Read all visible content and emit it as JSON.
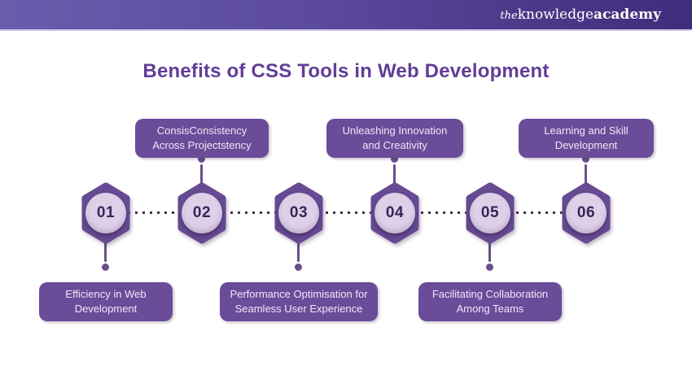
{
  "header": {
    "logo": {
      "the": "the",
      "knowledge": "knowledge",
      "academy": "academy"
    }
  },
  "title": "Benefits of CSS Tools in Web Development",
  "timeline": {
    "steps": [
      {
        "number": "01",
        "label": "Efficiency in Web Development",
        "label_position": "below"
      },
      {
        "number": "02",
        "label": "ConsisConsistency Across Projectstency",
        "label_position": "above"
      },
      {
        "number": "03",
        "label": "Performance Optimisation for Seamless User Experience",
        "label_position": "below"
      },
      {
        "number": "04",
        "label": "Unleashing Innovation and Creativity",
        "label_position": "above"
      },
      {
        "number": "05",
        "label": "Facilitating Collaboration Among Teams",
        "label_position": "below"
      },
      {
        "number": "06",
        "label": "Learning and Skill Development",
        "label_position": "above"
      }
    ]
  },
  "colors": {
    "header_gradient_start": "#6a5cad",
    "header_gradient_end": "#3f2d7b",
    "header_underline": "#cdc6e4",
    "title_text": "#613d97",
    "hexagon_fill": "#664a92",
    "label_background": "#6a4c99",
    "label_text": "#efe8f7",
    "number_circle_fill": "#ddd0e8",
    "number_text": "#3b2358",
    "dotted_line": "#3c3546",
    "stem": "#6b5087"
  }
}
